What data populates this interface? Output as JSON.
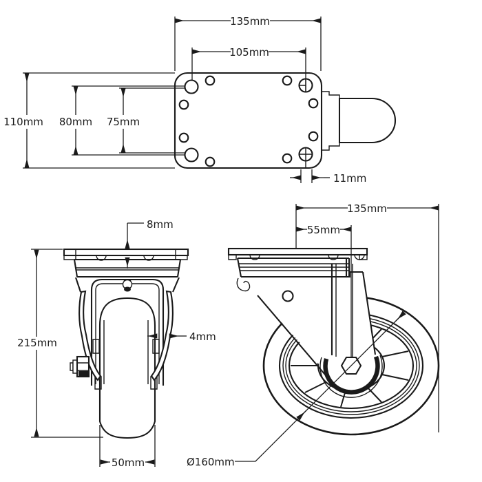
{
  "drawing": {
    "subject": "swivel-caster-technical-drawing",
    "colors": {
      "line": "#1a1a1a",
      "background": "#ffffff"
    },
    "views": {
      "top": {
        "name": "top-view-mounting-plate",
        "dims": {
          "overall_width": "135mm",
          "bolt_hole_spacing": "105mm",
          "overall_depth": "110mm",
          "bolt_spacing_vertical": "80mm",
          "slot_spacing_vertical": "75mm",
          "bolt_hole_width": "11mm"
        }
      },
      "front": {
        "name": "front-view-caster",
        "dims": {
          "plate_thickness": "8mm",
          "overall_height": "215mm",
          "fork_thickness": "4mm",
          "wheel_width": "50mm"
        }
      },
      "side": {
        "name": "side-view-caster",
        "dims": {
          "overall_length": "135mm",
          "swivel_offset": "55mm",
          "wheel_diameter": "Ø160mm"
        }
      }
    }
  }
}
